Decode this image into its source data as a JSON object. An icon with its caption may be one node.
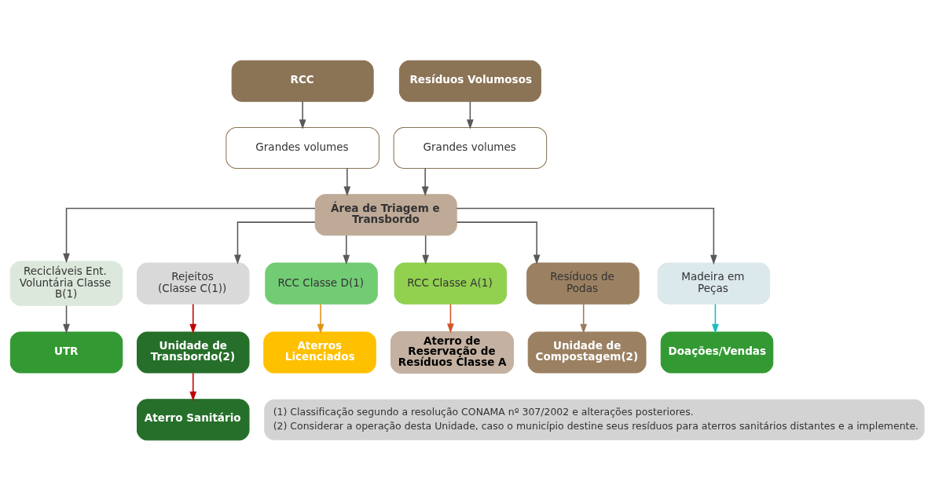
{
  "diagram": {
    "nodes": [
      {
        "text": [
          "RCC"
        ]
      },
      {
        "text": [
          "Resíduos Volumosos"
        ]
      },
      {
        "text": [
          "Grandes volumes"
        ]
      },
      {
        "text": [
          "Grandes volumes"
        ]
      },
      {
        "text": [
          "Área de Triagem e Transbordo"
        ]
      },
      {
        "text": [
          "Recicláveis Ent. Voluntária Classe B(1)"
        ]
      },
      {
        "text": [
          "Rejeitos (Classe C(1))"
        ]
      },
      {
        "text": [
          "RCC Classe D(1)"
        ]
      },
      {
        "text": [
          "RCC Classe A(1)"
        ]
      },
      {
        "text": [
          "Resíduos de Podas"
        ]
      },
      {
        "text": [
          "Madeira em Peças"
        ]
      },
      {
        "text": [
          "UTR"
        ]
      },
      {
        "text": [
          "Unidade de Transbordo(2)"
        ]
      },
      {
        "text": [
          "Aterros Licenciados"
        ]
      },
      {
        "text": [
          "Aterro de Reservação de Resíduos Classe A"
        ]
      },
      {
        "text": [
          "Unidade de Compostagem(2)"
        ]
      },
      {
        "text": [
          "Doações/Vendas"
        ]
      },
      {
        "text": [
          "Aterro Sanitário"
        ]
      }
    ],
    "edges": [
      {
        "from": 0,
        "to": 2,
        "arrow": "to"
      },
      {
        "from": 1,
        "to": 3,
        "arrow": "to"
      },
      {
        "from": 2,
        "to": 4,
        "arrow": "to"
      },
      {
        "from": 3,
        "to": 4,
        "arrow": "to"
      },
      {
        "from": 4,
        "to": 5,
        "arrow": "to"
      },
      {
        "from": 4,
        "to": 6,
        "arrow": "to"
      },
      {
        "from": 4,
        "to": 7,
        "arrow": "to"
      },
      {
        "from": 4,
        "to": 8,
        "arrow": "to"
      },
      {
        "from": 4,
        "to": 9,
        "arrow": "to"
      },
      {
        "from": 4,
        "to": 10,
        "arrow": "to"
      },
      {
        "from": 5,
        "to": 11,
        "arrow": "to"
      },
      {
        "from": 6,
        "to": 12,
        "arrow": "to",
        "color": "#c00000"
      },
      {
        "from": 7,
        "to": 13,
        "arrow": "to",
        "color": "#e39117"
      },
      {
        "from": 8,
        "to": 14,
        "arrow": "to",
        "color": "#d0582a"
      },
      {
        "from": 9,
        "to": 15,
        "arrow": "to",
        "color": "#9a7d5e"
      },
      {
        "from": 10,
        "to": 16,
        "arrow": "to",
        "color": "#17bcc4"
      },
      {
        "from": 12,
        "to": 17,
        "arrow": "to",
        "color": "#c00000"
      }
    ],
    "labels": [
      "(1) Classificação segundo a resolução CONAMA nº 307/2002 e alterações posteriores.",
      "(2) Considerar a operação desta Unidade, caso o município destine seus resíduos para aterros sanitários distantes e a implemente."
    ]
  }
}
